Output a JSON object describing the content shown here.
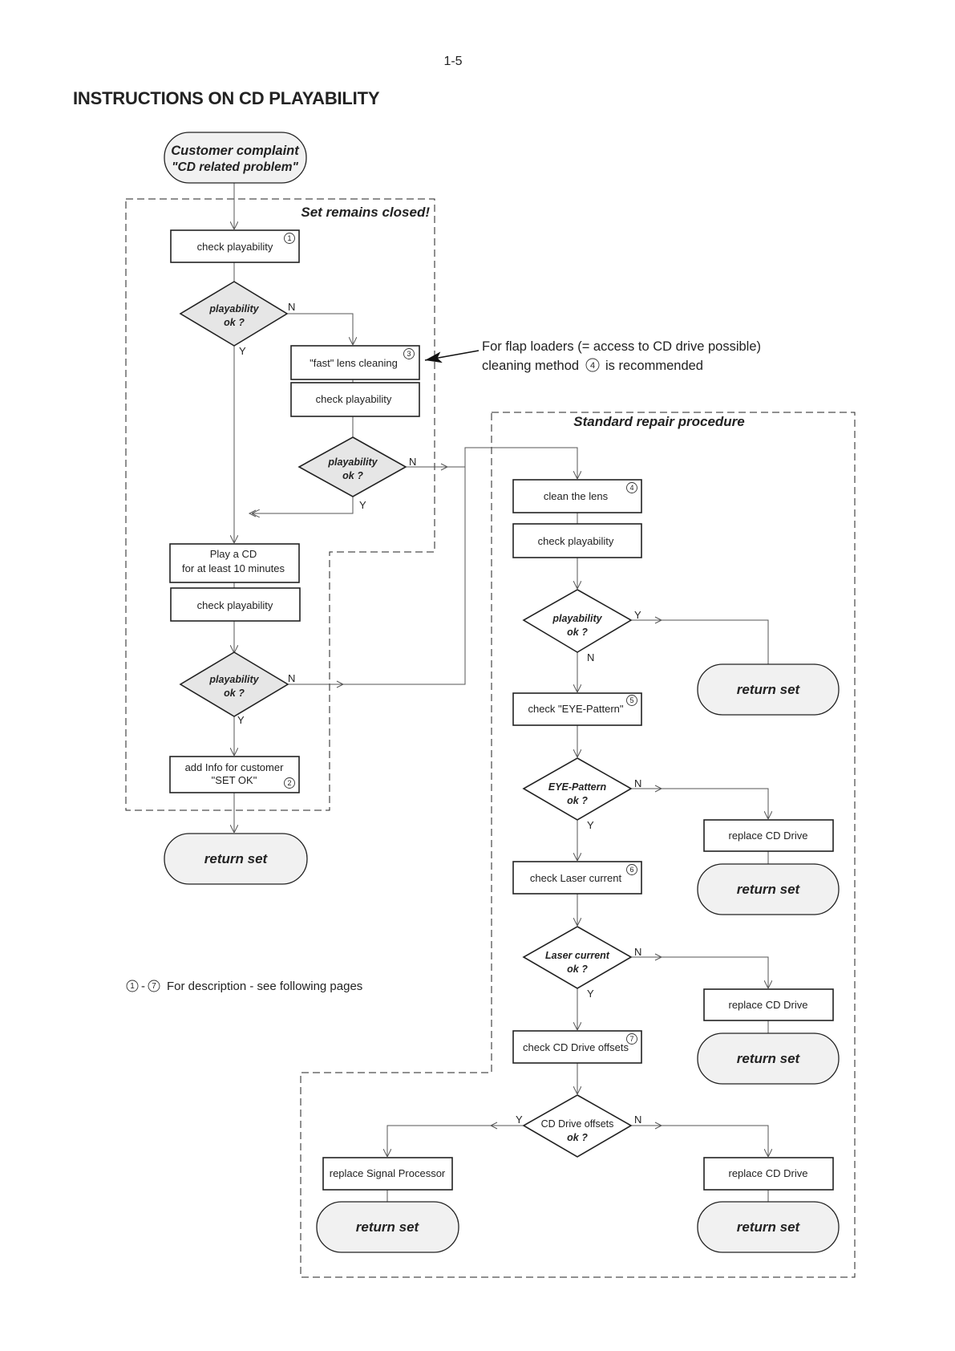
{
  "page": {
    "number": "1-5",
    "title": "INSTRUCTIONS ON CD PLAYABILITY"
  },
  "sections": {
    "closed": "Set remains closed!",
    "standard": "Standard repair procedure"
  },
  "start": {
    "line1": "Customer complaint",
    "line2": "\"CD related problem\""
  },
  "left": {
    "check1": "check playability",
    "dec1": {
      "line1": "playability",
      "line2": "ok ?"
    },
    "fast_clean": "\"fast\" lens cleaning",
    "check2": "check playability",
    "dec2": {
      "line1": "playability",
      "line2": "ok ?"
    },
    "play_line1": "Play a CD",
    "play_line2": "for at least 10 minutes",
    "check3": "check playability",
    "dec3": {
      "line1": "playability",
      "line2": "ok ?"
    },
    "info_line1": "add Info for customer",
    "info_line2": "\"SET OK\"",
    "return": "return set"
  },
  "right": {
    "clean": "clean the lens",
    "check": "check playability",
    "dec1": {
      "line1": "playability",
      "line2": "ok ?"
    },
    "return1": "return set",
    "eye": "check \"EYE-Pattern\"",
    "dec_eye": {
      "line1": "EYE-Pattern",
      "line2": "ok ?"
    },
    "replace1": "replace CD Drive",
    "return2": "return set",
    "laser": "check Laser current",
    "dec_laser": {
      "line1": "Laser current",
      "line2": "ok ?"
    },
    "replace2": "replace CD Drive",
    "return3": "return set",
    "offsets": "check CD Drive offsets",
    "dec_off": {
      "line1": "CD Drive offsets",
      "line2": "ok ?"
    },
    "replace_sp": "replace Signal Processor",
    "return4": "return set",
    "replace3": "replace CD Drive",
    "return5": "return set"
  },
  "labels": {
    "yes": "Y",
    "no": "N"
  },
  "markers": [
    "1",
    "2",
    "3",
    "4",
    "5",
    "6",
    "7"
  ],
  "note": {
    "line1": "For flap loaders (= access to CD drive possible)",
    "line2_a": "cleaning method",
    "line2_marker": "4",
    "line2_b": "is recommended"
  },
  "footnote": {
    "from": "1",
    "dash": "-",
    "to": "7",
    "text": "For description - see following pages"
  }
}
